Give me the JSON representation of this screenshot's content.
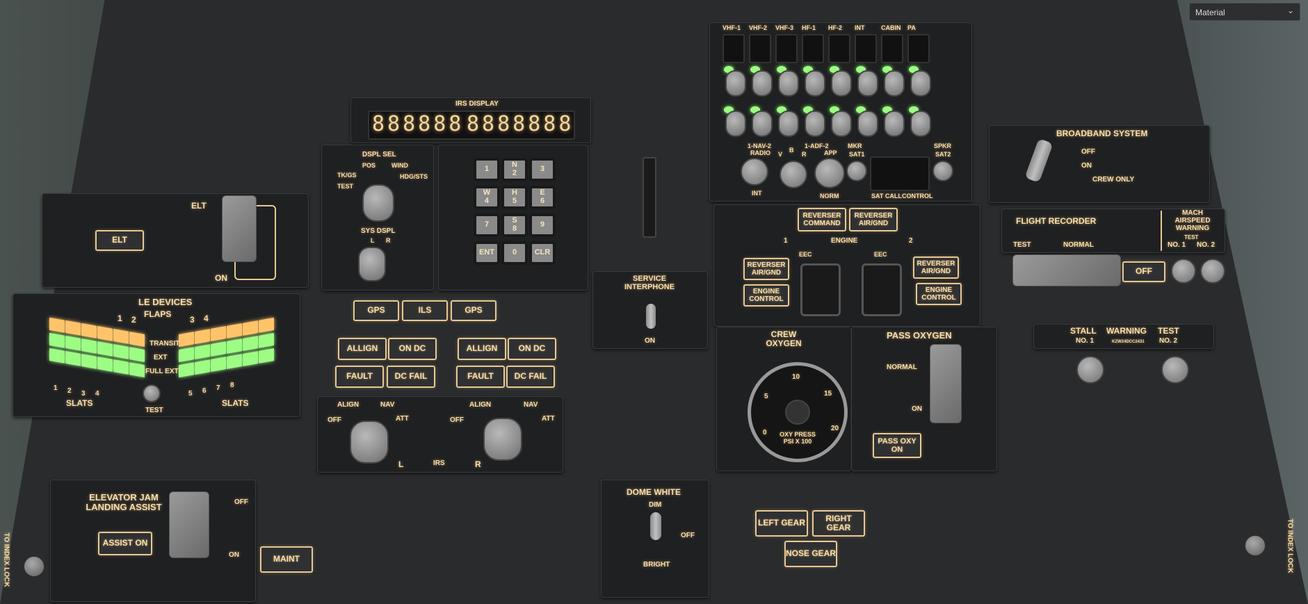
{
  "toolbar": {
    "material_select": {
      "selected": "Material",
      "icon": "chevron-down-icon"
    }
  },
  "elt": {
    "title": "ELT",
    "button": "ELT",
    "switch_on": "ON"
  },
  "le_devices": {
    "title": "LE DEVICES",
    "flaps": "FLAPS",
    "flap_nums": [
      "1",
      "2",
      "3",
      "4"
    ],
    "states": [
      "TRANSIT",
      "EXT",
      "FULL EXT"
    ],
    "slats": "SLATS",
    "slat_nums": [
      "1",
      "2",
      "3",
      "4",
      "5",
      "6",
      "7",
      "8"
    ],
    "test": "TEST",
    "colors": {
      "transit": "#ffc46a",
      "ext": "#9dfc84"
    }
  },
  "irs": {
    "display_title": "IRS DISPLAY",
    "left_digits": "888888",
    "right_digits": "8888888",
    "dspl_sel": "DSPL SEL",
    "dspl_positions": [
      "TK/GS",
      "POS",
      "WIND",
      "HDG/STS",
      "TEST"
    ],
    "sys_dspl": "SYS DSPL",
    "sys_positions": [
      "L",
      "R"
    ],
    "keys": [
      "1",
      "N\n2",
      "3",
      "W\n4",
      "H\n5",
      "E\n6",
      "7",
      "S\n8",
      "9",
      "ENT",
      "0",
      "CLR"
    ],
    "nav_buttons": [
      "GPS",
      "ILS",
      "GPS"
    ],
    "left_annunciators": [
      "ALLIGN",
      "ON DC",
      "FAULT",
      "DC FAIL"
    ],
    "right_annunciators": [
      "ALLIGN",
      "ON DC",
      "FAULT",
      "DC FAIL"
    ],
    "mode_positions": [
      "OFF",
      "ALIGN",
      "NAV",
      "ATT"
    ],
    "irs_label": "IRS",
    "left": "L",
    "right": "R"
  },
  "service_interphone": {
    "title": "SERVICE INTERPHONE",
    "on": "ON"
  },
  "audio": {
    "channels": [
      "VHF-1",
      "VHF-2",
      "VHF-3",
      "HF-1",
      "HF-2",
      "INT",
      "CABIN",
      "PA"
    ],
    "nav": "1-NAV-2",
    "radio": "RADIO",
    "int": "INT",
    "vbr": [
      "V",
      "B",
      "R"
    ],
    "adf": "1-ADF-2",
    "app": "APP",
    "norm": "NORM",
    "mkr": "MKR",
    "sat1": "SAT1",
    "spkr": "SPKR",
    "sat2": "SAT2",
    "sat_call": "SAT CALL",
    "control": "CONTROL"
  },
  "engine": {
    "buttons_top": [
      "REVERSER COMMAND",
      "REVERSER AIR/GND"
    ],
    "engine": "ENGINE",
    "one": "1",
    "two": "2",
    "eec": "EEC",
    "left_buttons": [
      "REVERSER AIR/GND",
      "ENGINE CONTROL"
    ],
    "right_buttons": [
      "REVERSER AIR/GND",
      "ENGINE CONTROL"
    ]
  },
  "crew_oxygen": {
    "title": "CREW OXYGEN",
    "gauge_ticks": [
      "0",
      "5",
      "10",
      "15",
      "20"
    ],
    "gauge_label": "OXY PRESS PSI X 100",
    "needle_value": 0
  },
  "pass_oxygen": {
    "title": "PASS OXYGEN",
    "normal": "NORMAL",
    "on": "ON",
    "button": "PASS OXY ON"
  },
  "broadband": {
    "title": "BROADBAND SYSTEM",
    "positions": [
      "OFF",
      "ON",
      "CREW ONLY"
    ]
  },
  "flight_recorder": {
    "title": "FLIGHT RECORDER",
    "test": "TEST",
    "normal": "NORMAL",
    "off_button": "OFF"
  },
  "mach_airspeed": {
    "title": "MACH AIRSPEED WARNING",
    "test": "TEST",
    "no1": "NO. 1",
    "no2": "NO. 2"
  },
  "stall_warning": {
    "title": [
      "STALL",
      "WARNING",
      "TEST"
    ],
    "no1": "NO. 1",
    "no2": "NO. 2",
    "part": "KZW24DCC2431"
  },
  "elevator_jam": {
    "title": "ELEVATOR JAM LANDING ASSIST",
    "button": "ASSIST ON",
    "off": "OFF",
    "on": "ON"
  },
  "maint": {
    "button": "MAINT"
  },
  "dome": {
    "title": "DOME WHITE",
    "dim": "DIM",
    "off": "OFF",
    "bright": "BRIGHT"
  },
  "gear": {
    "buttons": [
      "LEFT GEAR",
      "RIGHT GEAR",
      "NOSE GEAR"
    ]
  },
  "index_lock": {
    "label": "TO INDEX LOCK"
  }
}
